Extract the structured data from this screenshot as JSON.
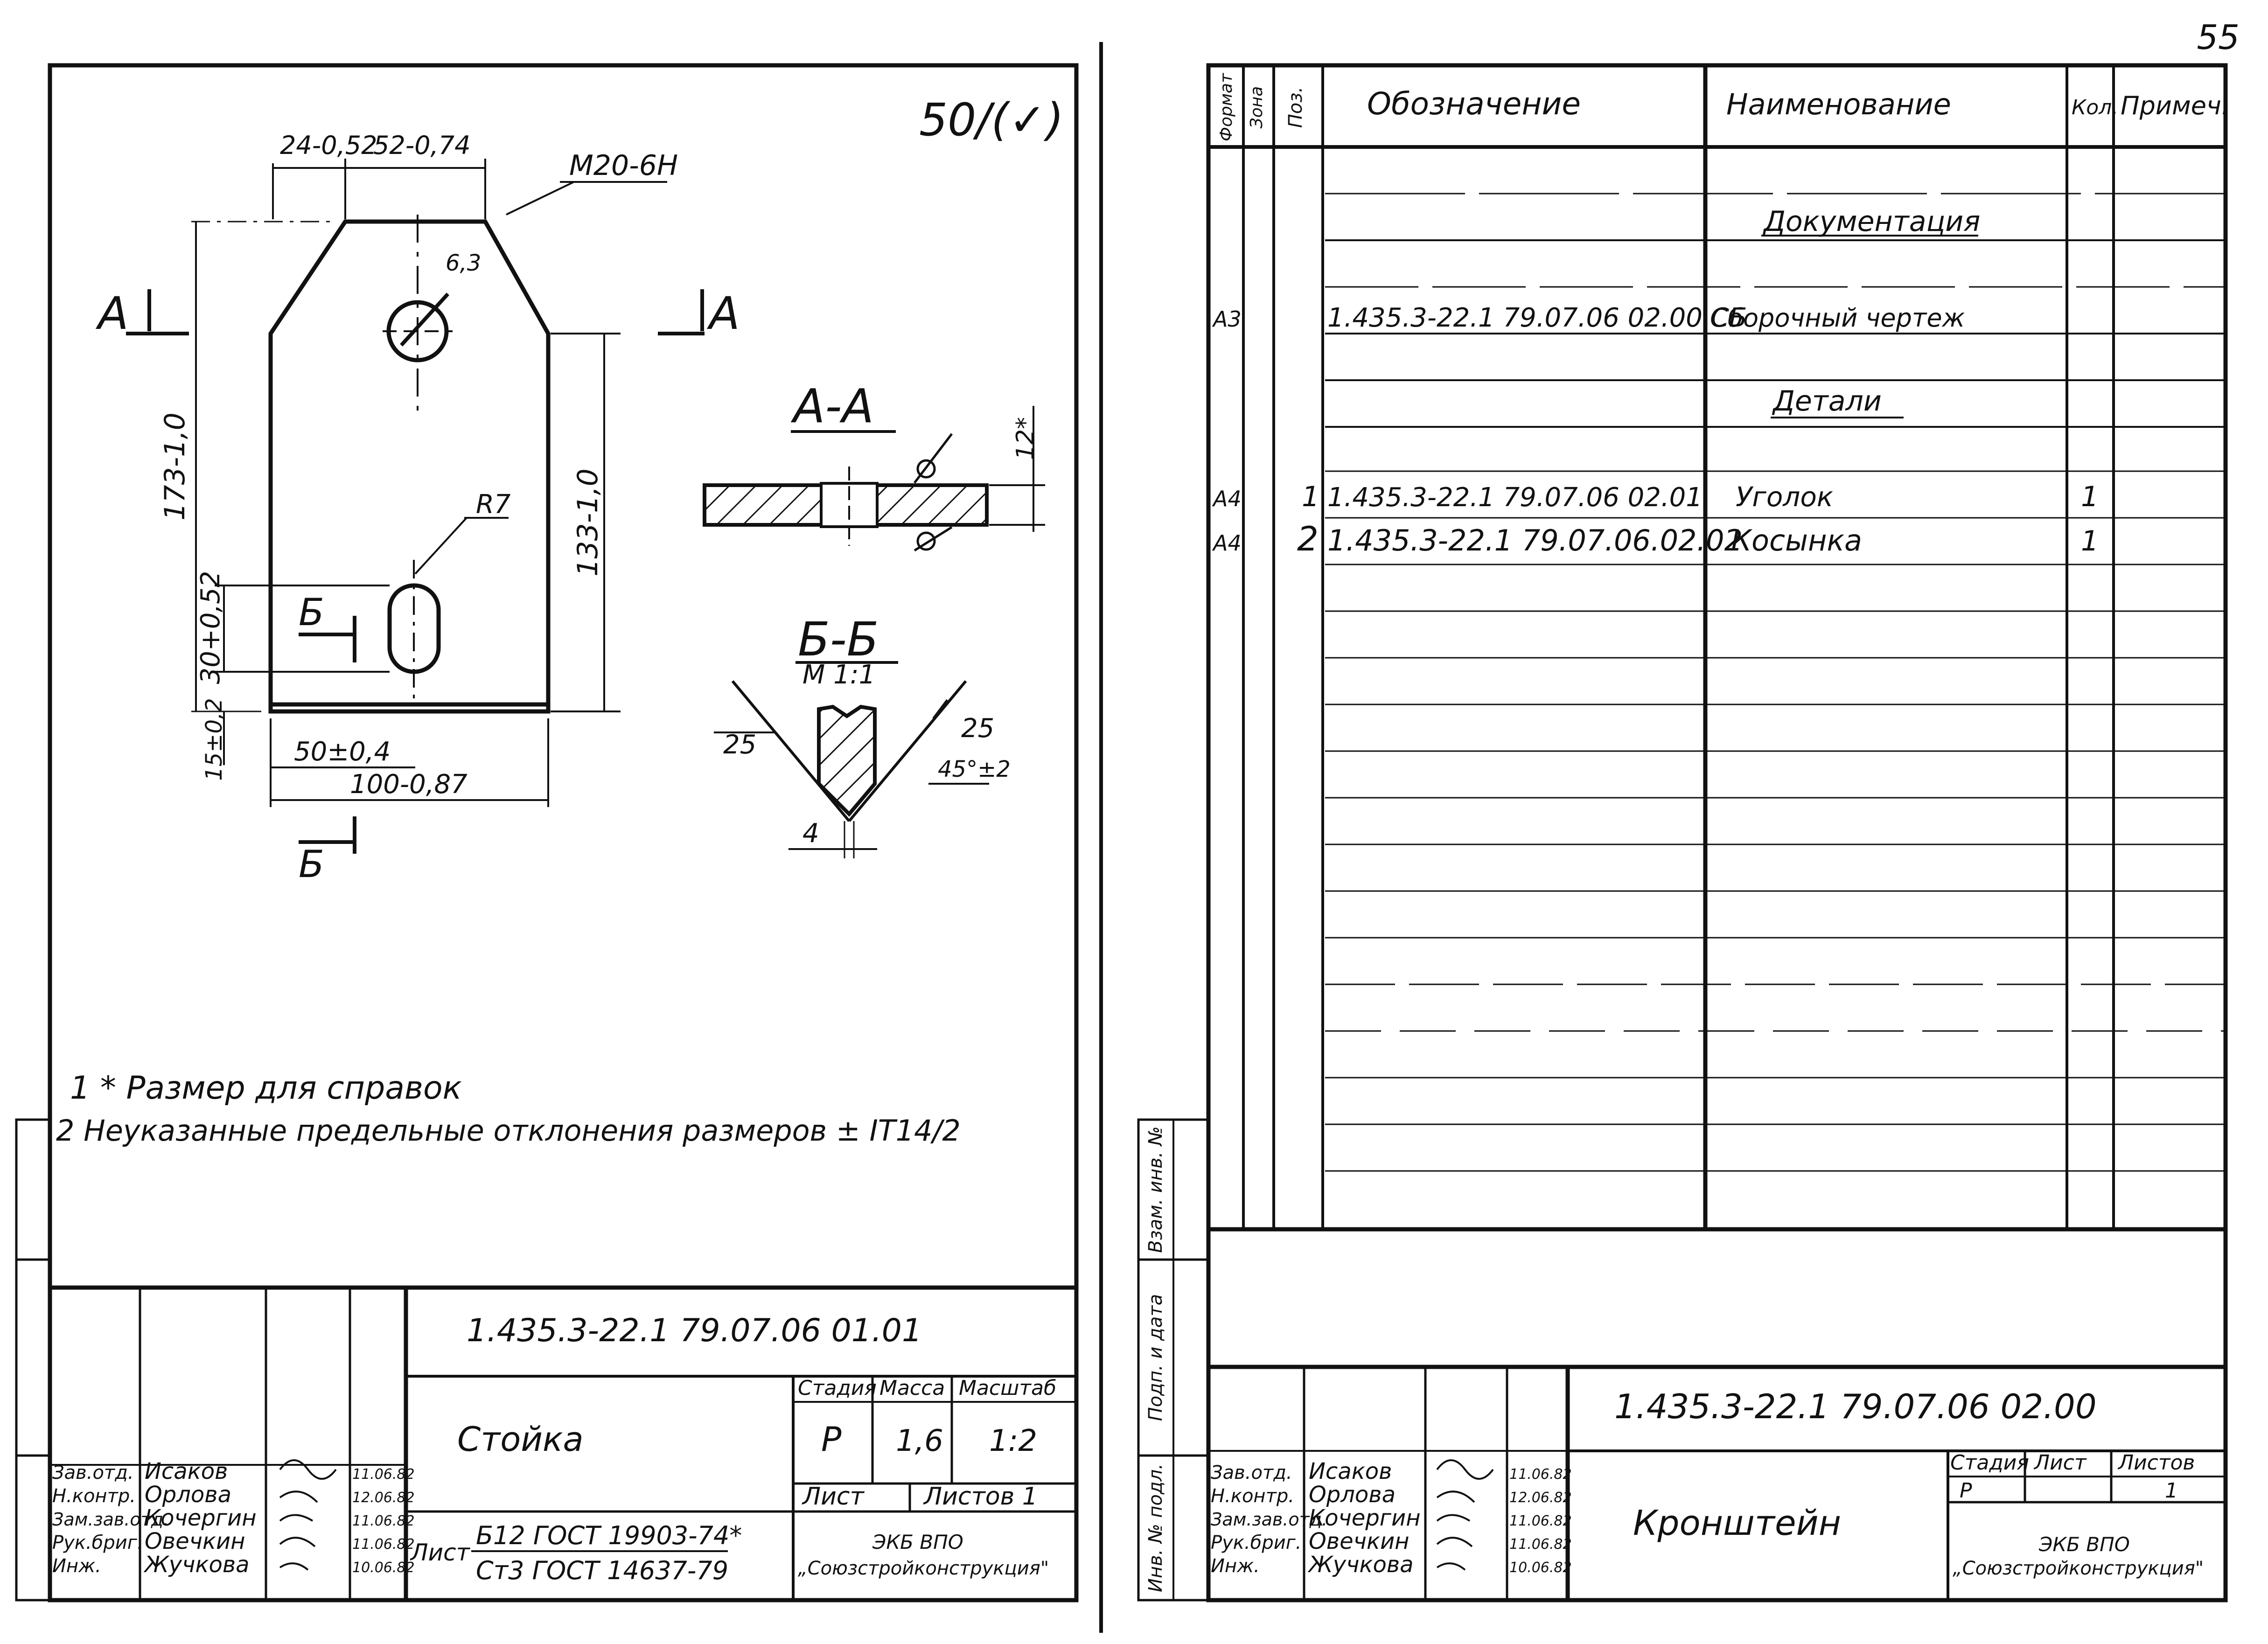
{
  "page_number": "55",
  "left_sheet": {
    "roughness_corner": "50/(✓)",
    "dims": {
      "d24": "24-0,52",
      "d52": "52-0,74",
      "thread": "M20-6H",
      "rough63": "6,3",
      "d173": "173-1,0",
      "d133": "133-1,0",
      "r7": "R7",
      "d30": "30+0,52",
      "d15": "15±0,2",
      "d50": "50±0,4",
      "d100": "100-0,87",
      "d12": "12*",
      "ang25a": "25",
      "ang25b": "25",
      "ang45": "45°±2",
      "d4": "4"
    },
    "markers": {
      "a_left": "A",
      "a_right": "A",
      "b_top": "Б",
      "b_bottom": "Б"
    },
    "section_aa": "А-А",
    "section_bb": "Б-Б",
    "section_bb_scale": "М 1:1",
    "notes": [
      "1 * Размер для справок",
      "2 Неуказанные  предельные отклонения размеров ± IT14/2"
    ],
    "title_block": {
      "designation": "1.435.3-22.1 79.07.06 01.01",
      "name": "Стойка",
      "stage_header": "Стадия",
      "mass_header": "Масса",
      "scale_header": "Масштаб",
      "stage": "Р",
      "mass": "1,6",
      "scale": "1:2",
      "sheet_label": "Лист",
      "sheets_label": "Листов 1",
      "material_prefix": "Лист",
      "material_top": "Б12 ГОСТ 19903-74*",
      "material_bottom": "Ст3 ГОСТ 14637-79",
      "org_line1": "ЭКБ ВПО",
      "org_line2": "„Союзстройконструкция\"",
      "roles": [
        "Зав.отд.",
        "Н.контр.",
        "Зам.зав.отд.",
        "Рук.бриг.",
        "Инж."
      ],
      "names": [
        "Исаков",
        "Орлова",
        "Кочергин",
        "Овечкин",
        "Жучкова"
      ],
      "dates": [
        "11.06.82",
        "12.06.82",
        "11.06.82",
        "11.06.82",
        "10.06.82"
      ]
    }
  },
  "right_sheet": {
    "spec_headers": {
      "format": "Формат",
      "zone": "Зона",
      "pos": "Поз.",
      "designation": "Обозначение",
      "name": "Наименование",
      "qty": "Кол.",
      "note": "Примеч."
    },
    "sections": {
      "documentation": "Документация",
      "parts": "Детали"
    },
    "rows": [
      {
        "format": "А3",
        "pos": "",
        "designation": "1.435.3-22.1 79.07.06 02.00 СБ",
        "name": "Сборочный чертеж",
        "qty": ""
      },
      {
        "format": "А4",
        "pos": "1",
        "designation": "1.435.3-22.1 79.07.06 02.01",
        "name": "Уголок",
        "qty": "1"
      },
      {
        "format": "А4",
        "pos": "2",
        "designation": "1.435.3-22.1 79.07.06.02.02",
        "name": "Косынка",
        "qty": "1"
      }
    ],
    "side_labels": [
      "Взам. инв. №",
      "Подп. и дата",
      "Инв. № подл."
    ],
    "title_block": {
      "designation": "1.435.3-22.1 79.07.06 02.00",
      "name": "Кронштейн",
      "stage_header": "Стадия",
      "sheet_header": "Лист",
      "sheets_header": "Листов",
      "stage": "Р",
      "sheets": "1",
      "org_line1": "ЭКБ ВПО",
      "org_line2": "„Союзстройконструкция\"",
      "roles": [
        "Зав.отд.",
        "Н.контр.",
        "Зам.зав.отд.",
        "Рук.бриг.",
        "Инж."
      ],
      "names": [
        "Исаков",
        "Орлова",
        "Кочергин",
        "Овечкин",
        "Жучкова"
      ],
      "dates": [
        "11.06.82",
        "12.06.82",
        "11.06.82",
        "11.06.82",
        "10.06.82"
      ]
    }
  }
}
